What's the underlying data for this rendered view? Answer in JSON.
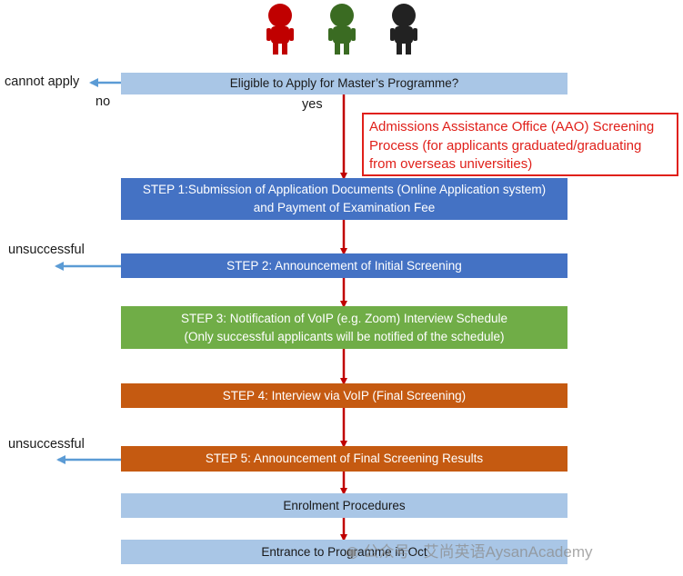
{
  "question": "Eligible to Apply for Master’s Programme?",
  "labels": {
    "cannot_apply": "cannot apply",
    "no": "no",
    "yes": "yes",
    "unsuccessful_1": "unsuccessful",
    "unsuccessful_2": "unsuccessful"
  },
  "aao": {
    "line1": "Admissions Assistance Office (AAO)  Screening",
    "line2": "Process (for applicants graduated/graduating",
    "line3": "from overseas universities)"
  },
  "steps": [
    {
      "line1": "STEP 1:Submission of Application Documents (Online Application system)",
      "line2": "and Payment of Examination Fee"
    },
    {
      "line1": "STEP 2: Announcement of Initial Screening"
    },
    {
      "line1": "STEP 3: Notification of VoIP (e.g. Zoom) Interview Schedule",
      "line2": "(Only successful applicants will be notified of the schedule)"
    },
    {
      "line1": "STEP 4: Interview via VoIP (Final Screening)"
    },
    {
      "line1": "STEP 5: Announcement of Final Screening Results"
    }
  ],
  "enrolment": "Enrolment Procedures",
  "entrance": "Entrance to Programme in Oct",
  "watermark": "公众号 · 艾尚英语AysanAcademy",
  "figures": [
    {
      "color": "#c00000"
    },
    {
      "color": "#3a6b22"
    },
    {
      "color": "#222222"
    }
  ],
  "colors": {
    "light_blue": "#a9c6e6",
    "blue": "#4472c4",
    "green": "#70ad47",
    "orange": "#c55a11",
    "red_arrow": "#c00000",
    "side_arrow": "#5b9bd5",
    "aao_red": "#e0201a"
  }
}
